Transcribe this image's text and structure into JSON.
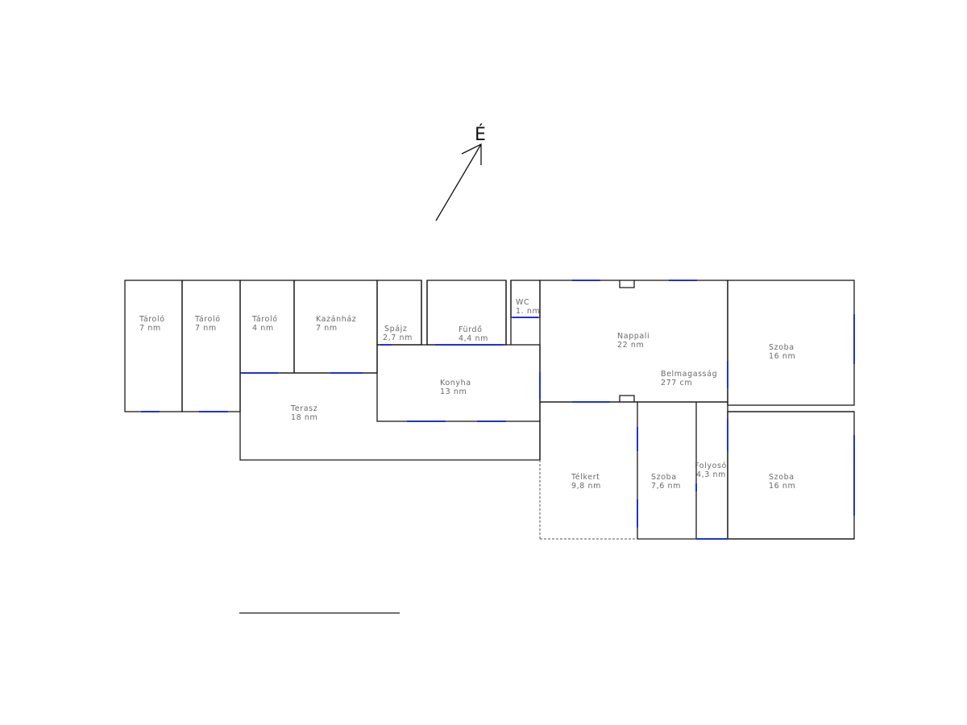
{
  "north_label": "É",
  "wall_color": "#1a1a1a",
  "window_color": "#2233cc",
  "rooms": [
    {
      "id": "taroló-1",
      "name": "Tároló",
      "area": "7 nm"
    },
    {
      "id": "taroló-2",
      "name": "Tároló",
      "area": "7 nm"
    },
    {
      "id": "taroló-3",
      "name": "Tároló",
      "area": "4 nm"
    },
    {
      "id": "kazanhaz",
      "name": "Kazánház",
      "area": "7 nm"
    },
    {
      "id": "spajz",
      "name": "Spájz",
      "area": "2,7 nm"
    },
    {
      "id": "furdo",
      "name": "Fürdő",
      "area": "4,4 nm"
    },
    {
      "id": "wc",
      "name": "WC",
      "area": "1. nm"
    },
    {
      "id": "nappali",
      "name": "Nappali",
      "area": "22 nm"
    },
    {
      "id": "szoba-1",
      "name": "Szoba",
      "area": "16 nm"
    },
    {
      "id": "konyha",
      "name": "Konyha",
      "area": "13 nm"
    },
    {
      "id": "terasz",
      "name": "Terasz",
      "area": "18 nm"
    },
    {
      "id": "telkert",
      "name": "Télkert",
      "area": "9,8 nm"
    },
    {
      "id": "szoba-2",
      "name": "Szoba",
      "area": "7,6 nm"
    },
    {
      "id": "folyoso",
      "name": "Folyosó",
      "area": "4,3 nm"
    },
    {
      "id": "szoba-3",
      "name": "Szoba",
      "area": "16 nm"
    }
  ],
  "ceiling_height": {
    "label": "Belmagasság",
    "value": "277 cm"
  }
}
